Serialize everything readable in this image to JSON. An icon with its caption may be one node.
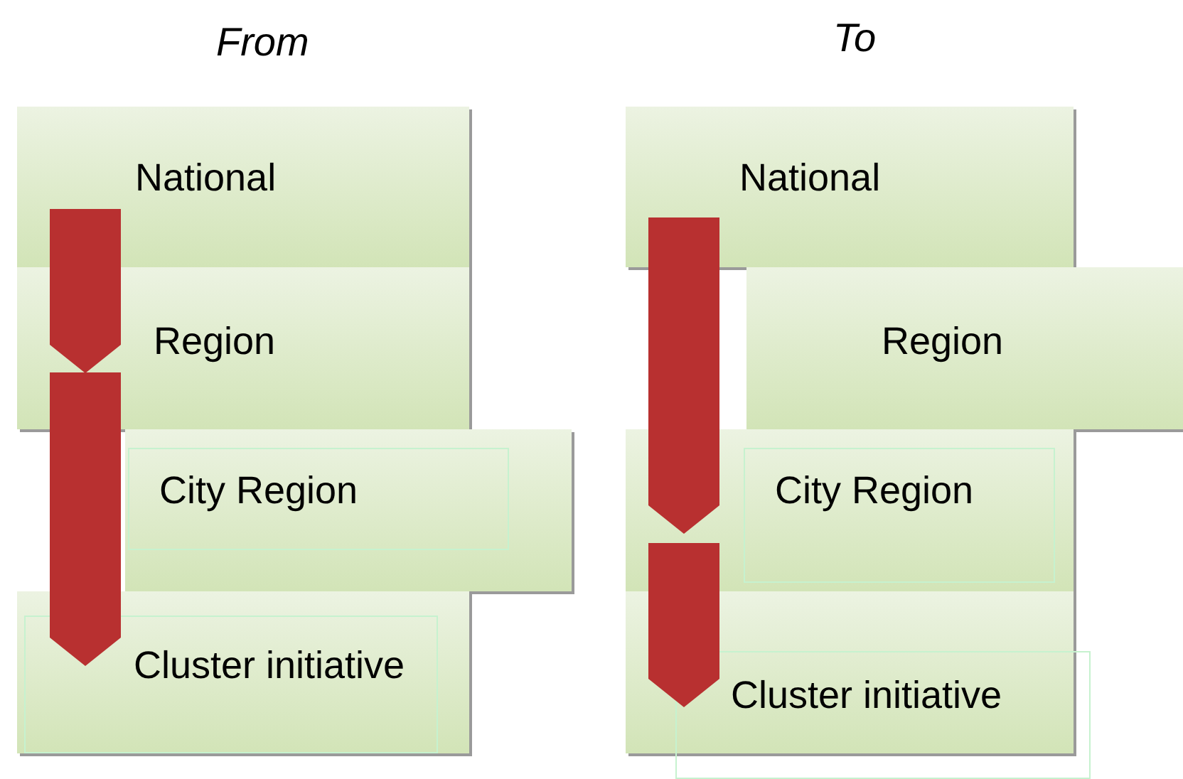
{
  "diagram": {
    "nodes": [
      {
        "text": [
          "National"
        ]
      },
      {
        "text": [
          "Region"
        ]
      },
      {
        "text": [
          "City Region"
        ]
      },
      {
        "text": [
          "Cluster initiative"
        ]
      },
      {
        "text": [
          "National"
        ]
      },
      {
        "text": [
          "Region"
        ]
      },
      {
        "text": [
          "City Region"
        ]
      },
      {
        "text": [
          "Cluster initiative"
        ]
      }
    ],
    "edges": [
      {
        "from": 0,
        "to": 1,
        "arrow": "to"
      },
      {
        "from": 1,
        "to": 3,
        "arrow": "to"
      },
      {
        "from": 4,
        "to": 6,
        "arrow": "to"
      },
      {
        "from": 6,
        "to": 7,
        "arrow": "to"
      }
    ],
    "labels": [
      "From",
      "To"
    ]
  }
}
